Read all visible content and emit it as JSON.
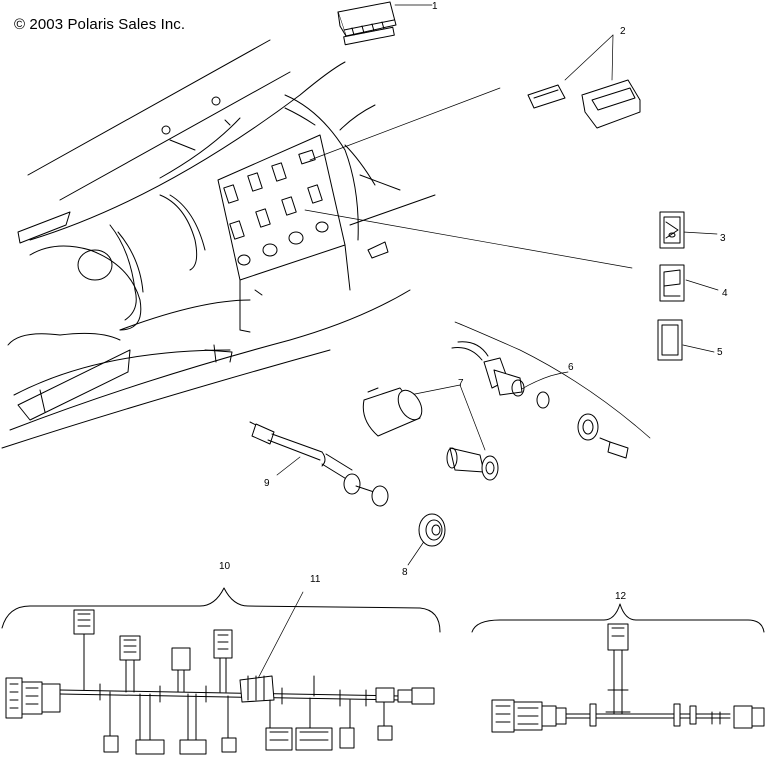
{
  "copyright": "© 2003 Polaris Sales Inc.",
  "callouts": [
    "1",
    "2",
    "3",
    "4",
    "5",
    "6",
    "7",
    "8",
    "9",
    "10",
    "11",
    "12"
  ],
  "parts": [
    {
      "ref": "1",
      "icon": "connector-plug-icon"
    },
    {
      "ref": "2",
      "icon": "switch-bezel-icon"
    },
    {
      "ref": "3",
      "icon": "rocker-switch-icon"
    },
    {
      "ref": "4",
      "icon": "rocker-switch-icon"
    },
    {
      "ref": "5",
      "icon": "switch-plate-icon"
    },
    {
      "ref": "6",
      "icon": "ignition-switch-icon"
    },
    {
      "ref": "7",
      "icon": "power-point-icon"
    },
    {
      "ref": "8",
      "icon": "grommet-icon"
    },
    {
      "ref": "9",
      "icon": "choke-cable-icon"
    },
    {
      "ref": "10",
      "icon": "main-wire-harness-icon"
    },
    {
      "ref": "11",
      "icon": "harness-branch-icon"
    },
    {
      "ref": "12",
      "icon": "sub-wire-harness-icon"
    }
  ]
}
